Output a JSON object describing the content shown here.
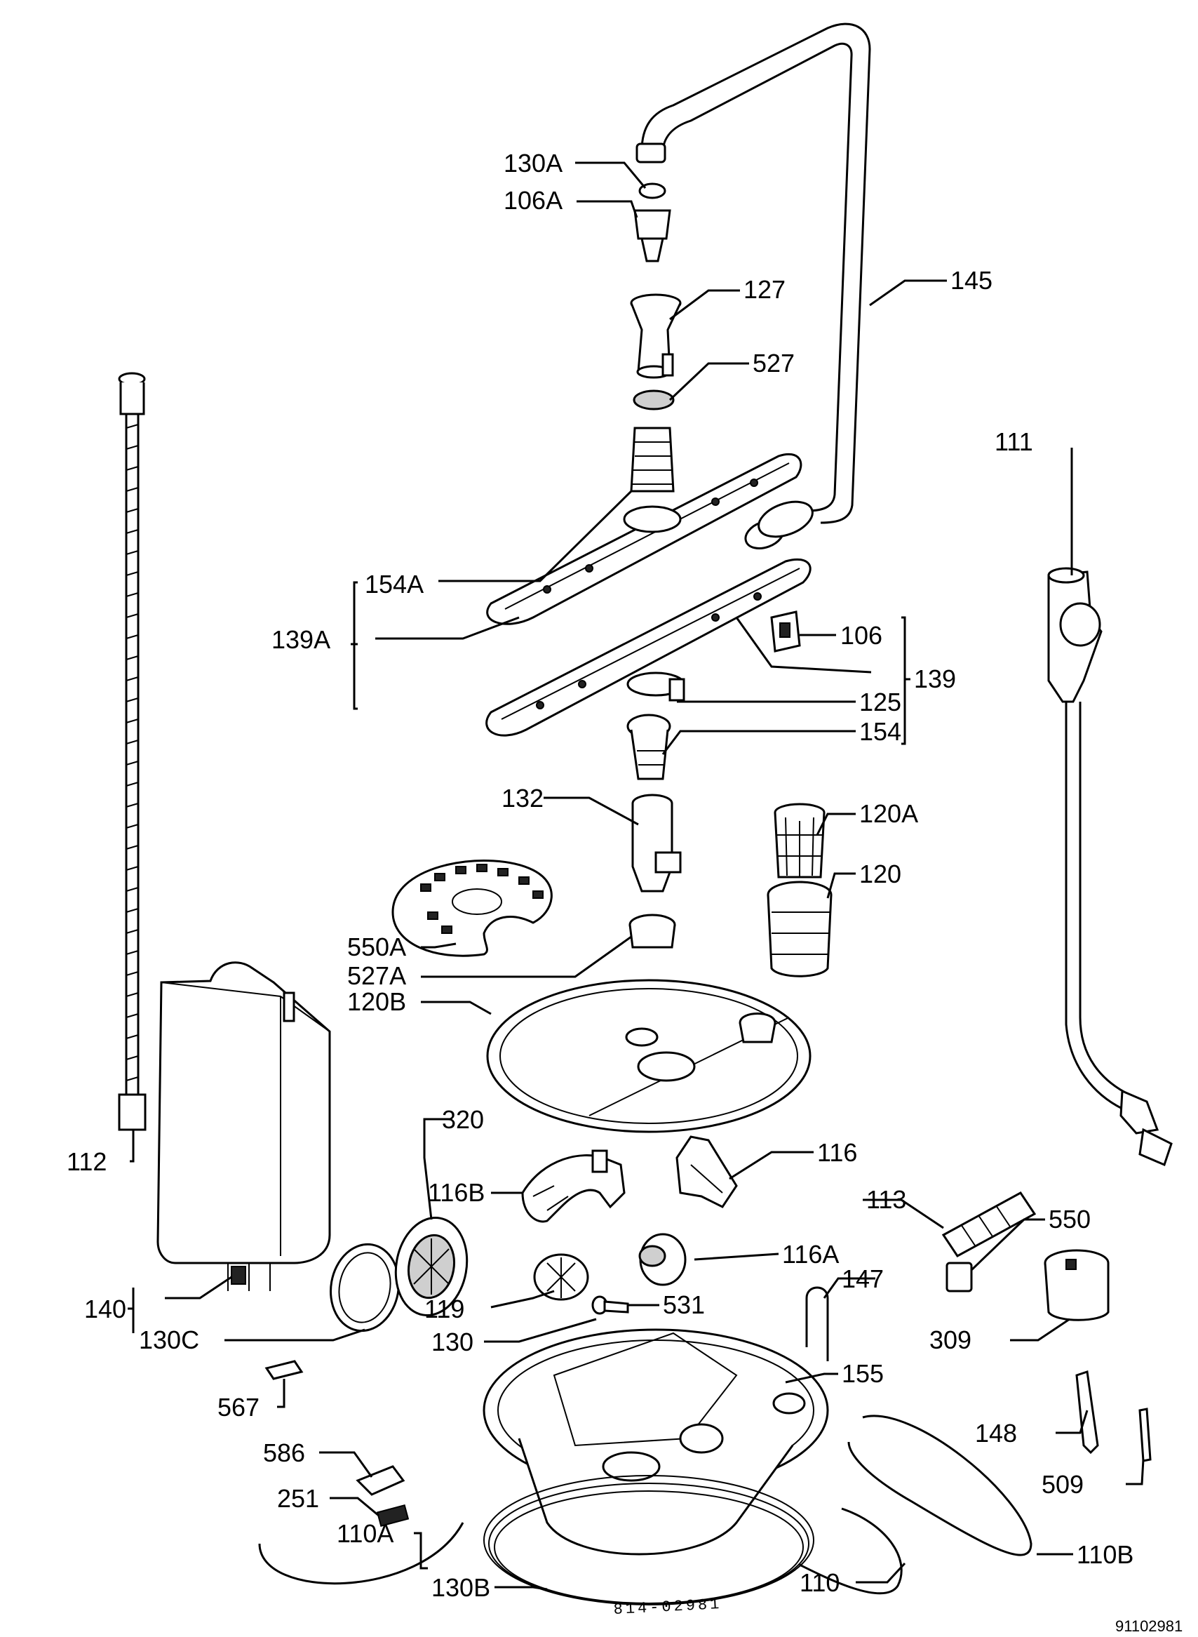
{
  "diagram": {
    "document_code": "91102981",
    "drawing_code": "814-02981",
    "parts": [
      {
        "id": "130A"
      },
      {
        "id": "106A"
      },
      {
        "id": "127"
      },
      {
        "id": "145"
      },
      {
        "id": "527"
      },
      {
        "id": "111"
      },
      {
        "id": "154A"
      },
      {
        "id": "139A"
      },
      {
        "id": "106"
      },
      {
        "id": "139"
      },
      {
        "id": "125"
      },
      {
        "id": "154"
      },
      {
        "id": "132"
      },
      {
        "id": "120A"
      },
      {
        "id": "120"
      },
      {
        "id": "550A"
      },
      {
        "id": "527A"
      },
      {
        "id": "120B"
      },
      {
        "id": "112"
      },
      {
        "id": "320"
      },
      {
        "id": "116B"
      },
      {
        "id": "116"
      },
      {
        "id": "113"
      },
      {
        "id": "116A"
      },
      {
        "id": "550"
      },
      {
        "id": "147"
      },
      {
        "id": "140"
      },
      {
        "id": "119"
      },
      {
        "id": "531"
      },
      {
        "id": "309"
      },
      {
        "id": "130C"
      },
      {
        "id": "130"
      },
      {
        "id": "155"
      },
      {
        "id": "567"
      },
      {
        "id": "148"
      },
      {
        "id": "586"
      },
      {
        "id": "509"
      },
      {
        "id": "251"
      },
      {
        "id": "110A"
      },
      {
        "id": "110B"
      },
      {
        "id": "110"
      },
      {
        "id": "130B"
      }
    ]
  }
}
